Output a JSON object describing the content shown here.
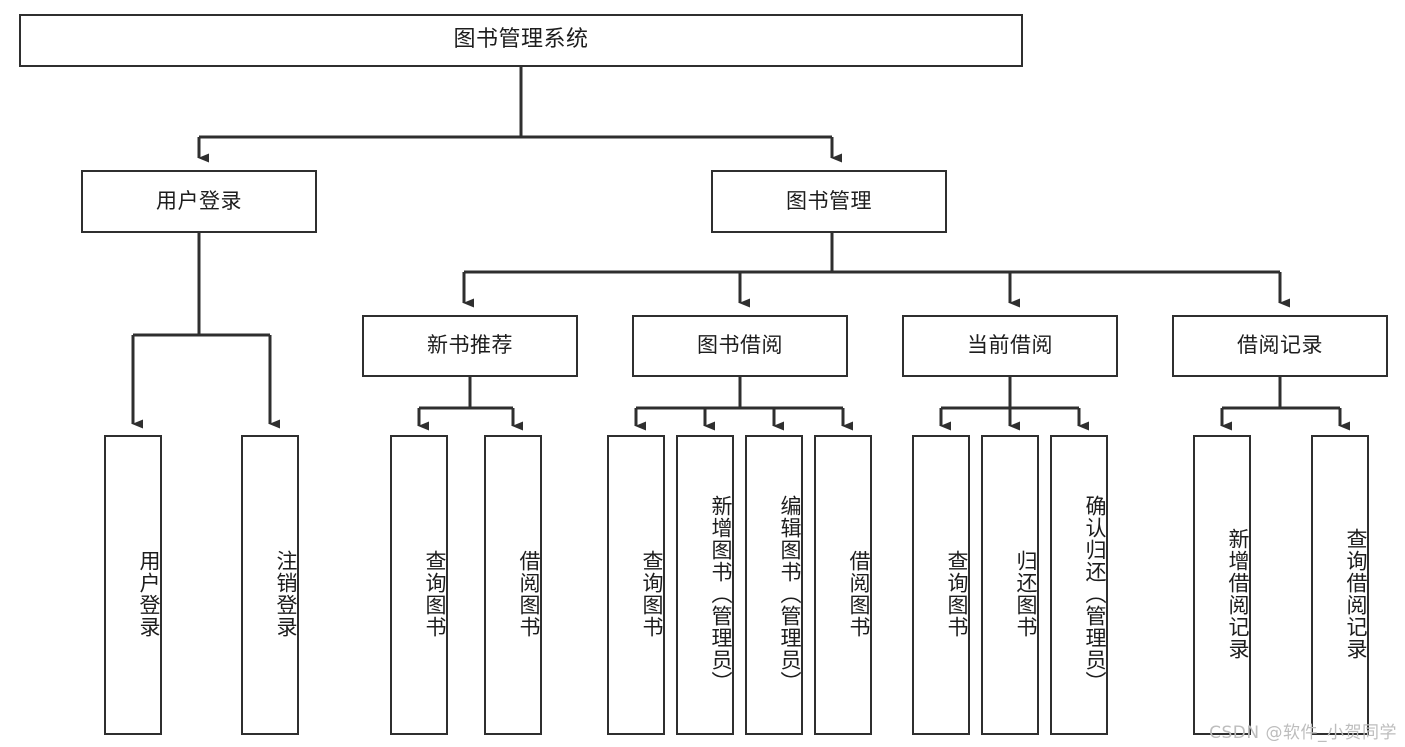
{
  "diagram": {
    "title": "图书管理系统",
    "type": "tree-hierarchy-diagram",
    "colors": {
      "box_border": "#2f2f2f",
      "box_fill": "#ffffff",
      "connector": "#333333",
      "background": "#ffffff",
      "watermark": "#bdbdbd"
    },
    "root": {
      "label": "图书管理系统"
    },
    "level2": [
      {
        "label": "用户登录"
      },
      {
        "label": "图书管理"
      }
    ],
    "level3": [
      {
        "label": "新书推荐"
      },
      {
        "label": "图书借阅"
      },
      {
        "label": "当前借阅"
      },
      {
        "label": "借阅记录"
      }
    ],
    "leaves": {
      "user_login": [
        {
          "label": "用户登录"
        },
        {
          "label": "注销登录"
        }
      ],
      "new_book": [
        {
          "label": "查询图书"
        },
        {
          "label": "借阅图书"
        }
      ],
      "borrow_book": [
        {
          "label": "查询图书"
        },
        {
          "label": "新增图书（管理员）"
        },
        {
          "label": "编辑图书（管理员）"
        },
        {
          "label": "借阅图书"
        }
      ],
      "current_borrow": [
        {
          "label": "查询图书"
        },
        {
          "label": "归还图书"
        },
        {
          "label": "确认归还（管理员）"
        }
      ],
      "borrow_record": [
        {
          "label": "新增借阅记录"
        },
        {
          "label": "查询借阅记录"
        }
      ]
    },
    "watermark": "CSDN @软件_小贺同学"
  }
}
